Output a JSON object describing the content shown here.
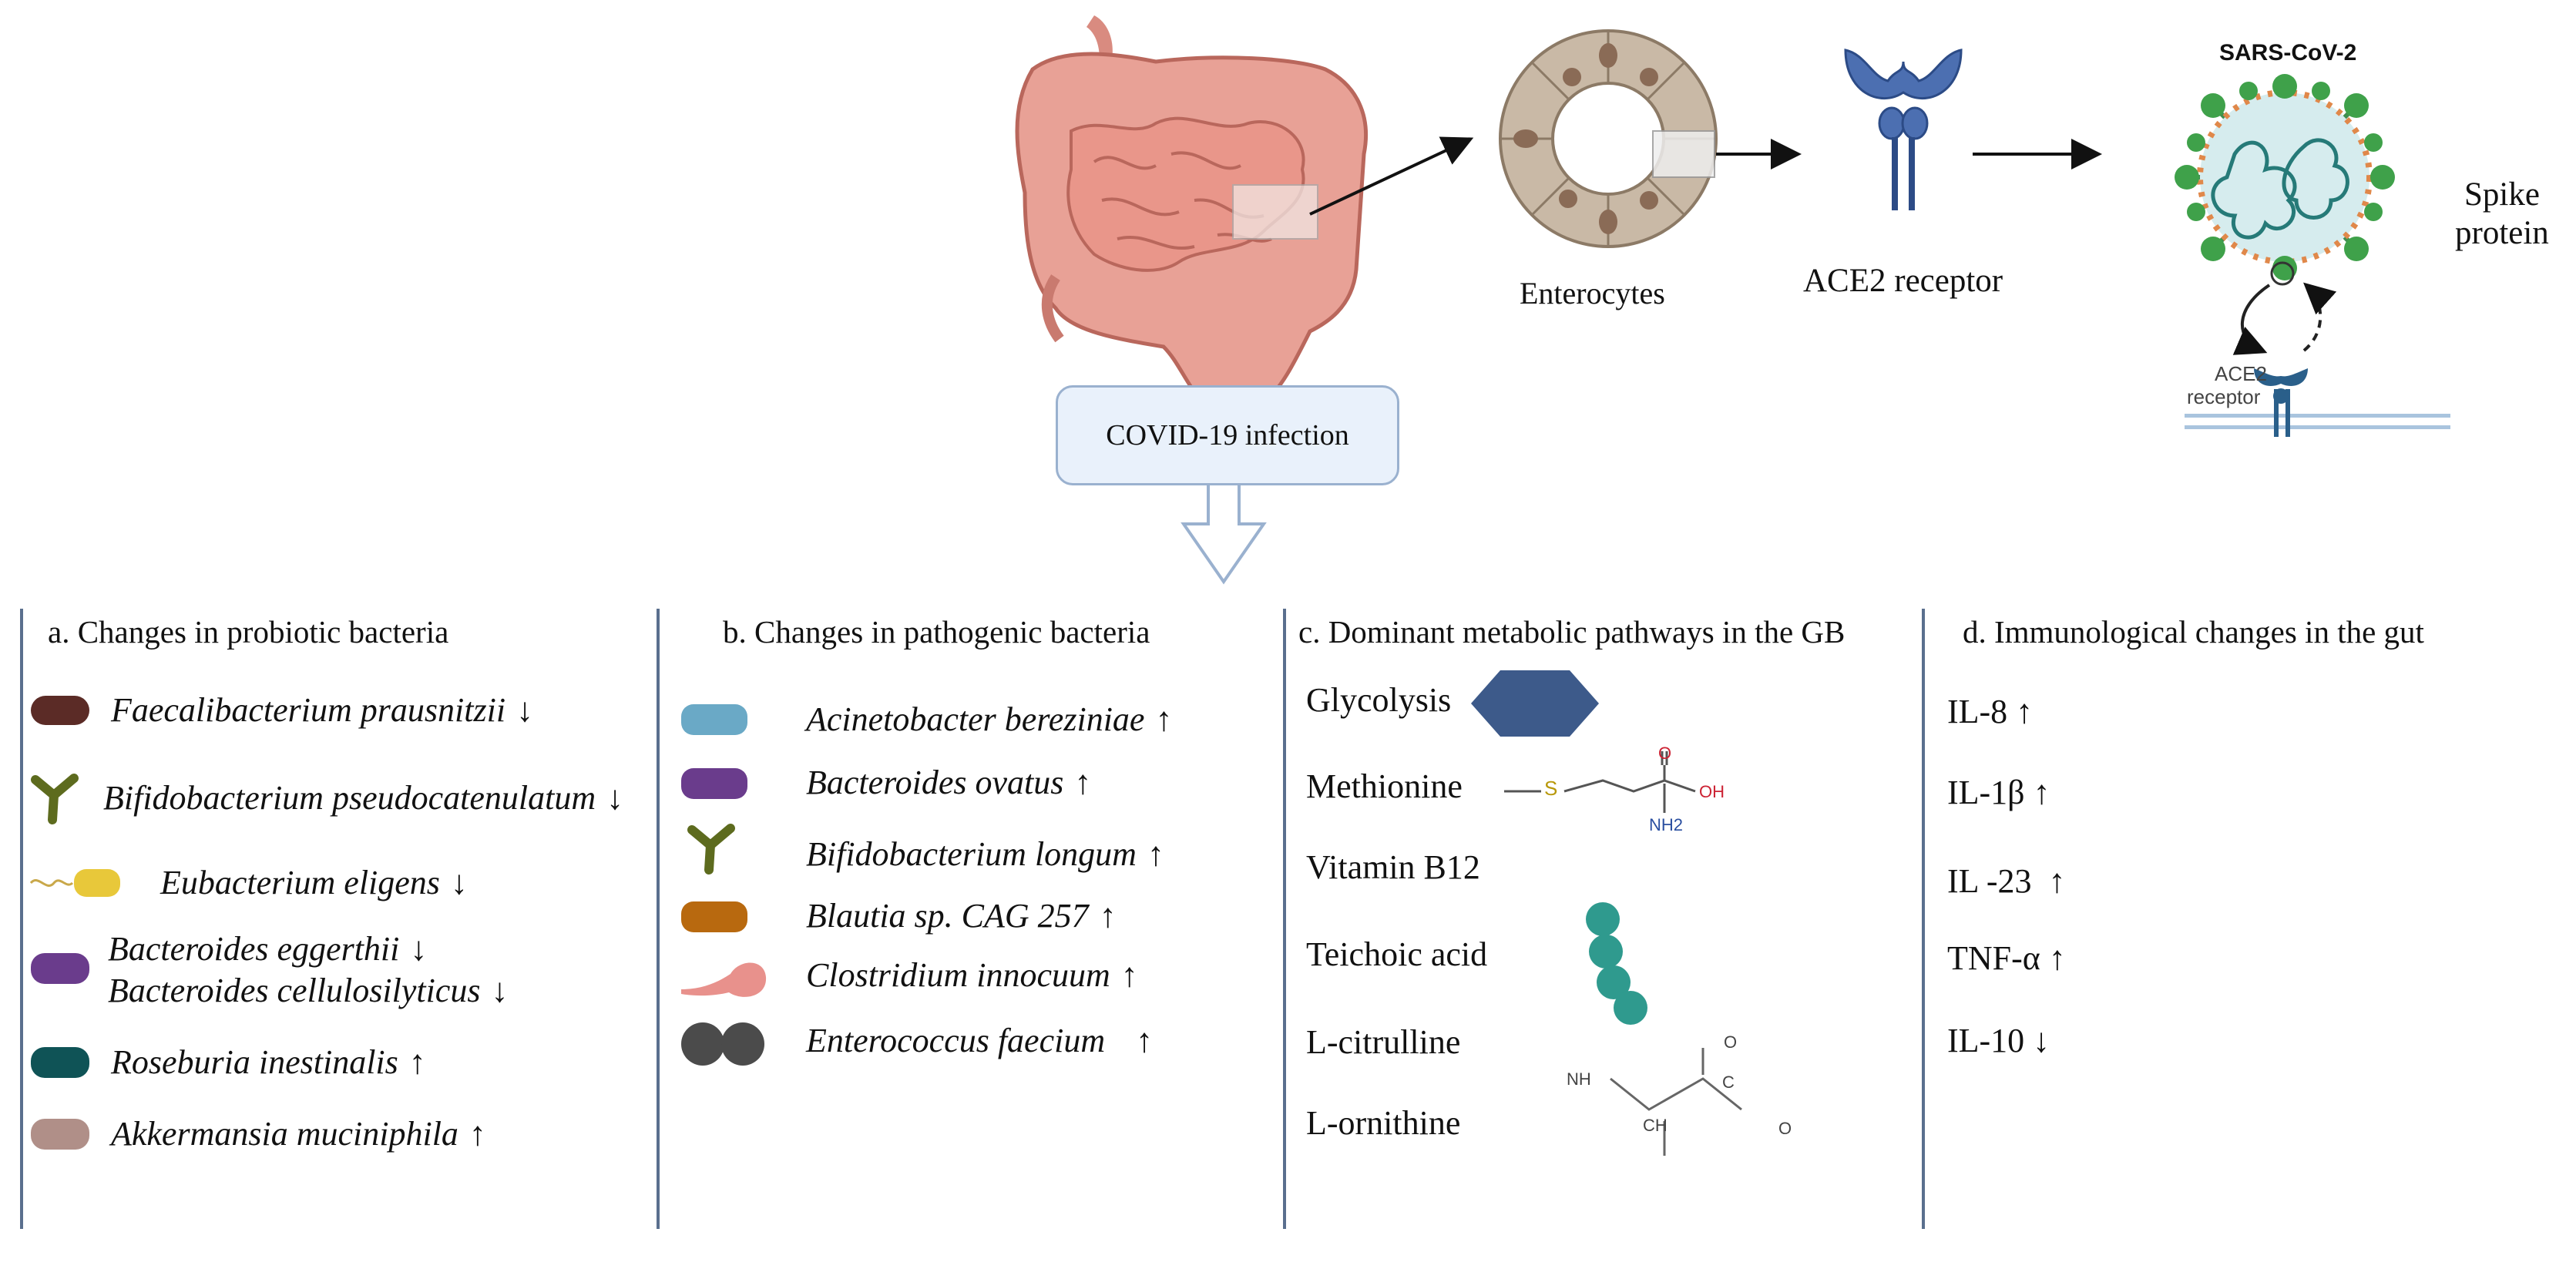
{
  "top": {
    "enterocytes_label": "Enterocytes",
    "ace2_label": "ACE2 receptor",
    "virus_title": "SARS-CoV-2",
    "spike_label_line1": "Spike",
    "spike_label_line2": "protein",
    "inset_ace2_line1": "ACE2",
    "inset_ace2_line2": "receptor",
    "covid_box": "COVID-19 infection"
  },
  "panel_a": {
    "title": "a. Changes in probiotic bacteria",
    "items": [
      {
        "name": "Faecalibacterium prausnitzii",
        "arrow": "↓"
      },
      {
        "name": "Bifidobacterium pseudocatenulatum",
        "arrow": "↓"
      },
      {
        "name": "Eubacterium eligens",
        "arrow": "↓"
      },
      {
        "name": "Bacteroides eggerthii",
        "arrow": "↓"
      },
      {
        "name": "Bacteroides cellulosilyticus",
        "arrow": "↓"
      },
      {
        "name": "Roseburia inestinalis",
        "arrow": "↑"
      },
      {
        "name": "Akkermansia muciniphila",
        "arrow": "↑"
      }
    ]
  },
  "panel_b": {
    "title": "b. Changes in pathogenic bacteria",
    "items": [
      {
        "name": "Acinetobacter bereziniae",
        "arrow": "↑"
      },
      {
        "name": "Bacteroides ovatus",
        "arrow": "↑"
      },
      {
        "name": "Bifidobacterium longum",
        "arrow": "↑"
      },
      {
        "name": "Blautia sp. CAG 257",
        "arrow": "↑"
      },
      {
        "name": "Clostridium innocuum",
        "arrow": "↑"
      },
      {
        "name": "Enterococcus faecium",
        "arrow": "↑"
      }
    ]
  },
  "panel_c": {
    "title": "c. Dominant metabolic pathways in the GB",
    "items": [
      "Glycolysis",
      "Methionine",
      "Vitamin B12",
      "Teichoic acid",
      "L-citrulline",
      "L-ornithine"
    ],
    "chem": {
      "s": "S",
      "o": "O",
      "oh": "OH",
      "nh2": "NH2",
      "nh": "NH",
      "ch": "CH",
      "c": "C"
    }
  },
  "panel_d": {
    "title": "d. Immunological changes in the gut",
    "items": [
      "IL-8 ↑",
      "IL-1β ↑",
      "IL -23  ↑",
      "TNF-α ↑",
      "IL-10 ↓"
    ]
  },
  "colors": {
    "divider": "#5a6f8e",
    "covid_box_fill": "#e9f1fb",
    "faecali": "#5b2b26",
    "bifido": "#5d6b1e",
    "eubacterium": "#e8c83a",
    "bacteroides": "#6a3c8c",
    "roseburia": "#0f5356",
    "akkermansia": "#b08f88",
    "acinetobacter": "#6aa9c6",
    "blautia": "#b8690f",
    "clostridium": "#e8918c",
    "enterococcus": "#4b4b4b",
    "glycolysis_hex": "#3d5a8a",
    "teichoic": "#2f9a8e"
  }
}
